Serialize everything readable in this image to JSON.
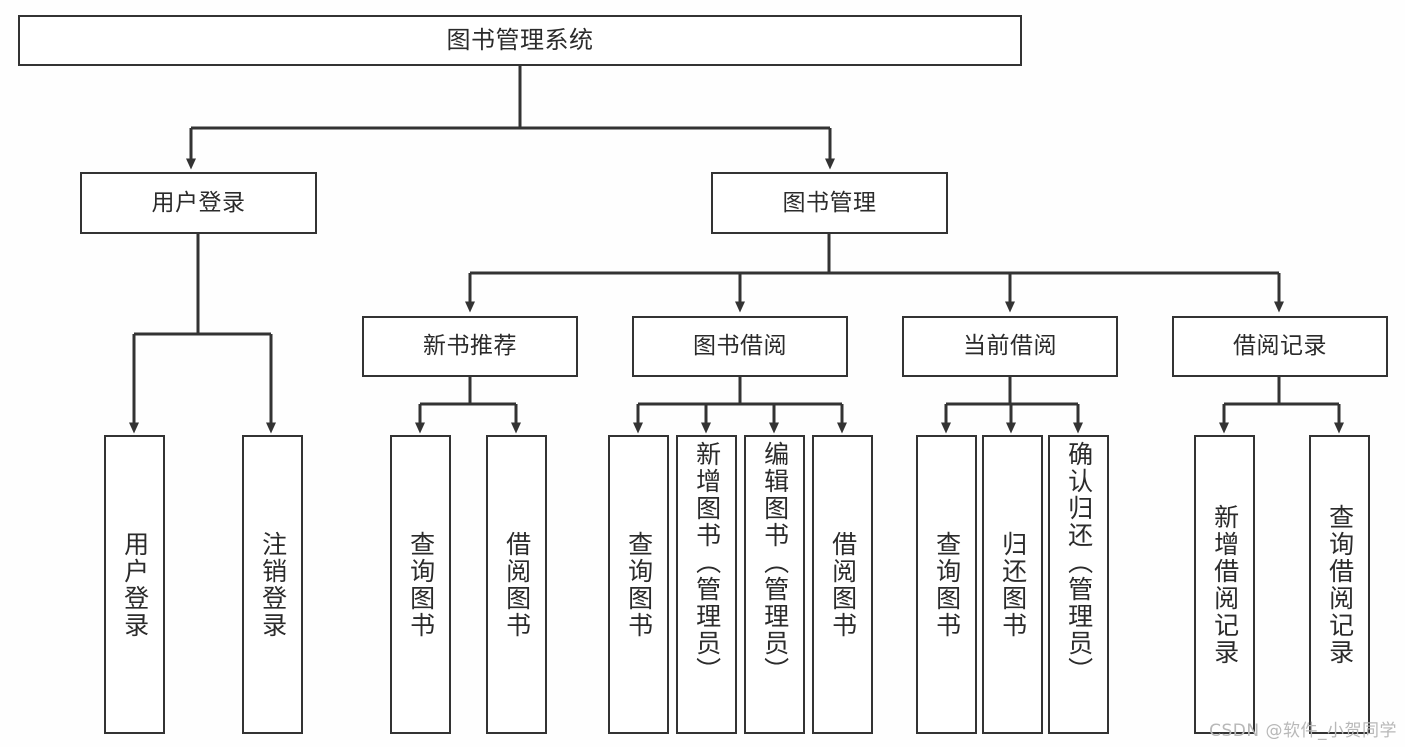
{
  "diagram": {
    "title": "图书管理系统",
    "type": "hierarchy-tree",
    "stroke_color": "#333333",
    "fill_color": "#ffffff",
    "background_color": "#fefefe",
    "watermark": "CSDN @软件_小贺同学"
  },
  "nodes": {
    "root": {
      "label": "图书管理系统"
    },
    "level2": [
      {
        "label": "用户登录"
      },
      {
        "label": "图书管理"
      }
    ],
    "level3": [
      {
        "label": "新书推荐"
      },
      {
        "label": "图书借阅"
      },
      {
        "label": "当前借阅"
      },
      {
        "label": "借阅记录"
      }
    ],
    "leaves_user_login": [
      {
        "label": "用户登录"
      },
      {
        "label": "注销登录"
      }
    ],
    "leaves_new_book": [
      {
        "label": "查询图书"
      },
      {
        "label": "借阅图书"
      }
    ],
    "leaves_borrow": [
      {
        "label": "查询图书"
      },
      {
        "label": "新增图书（管理员）"
      },
      {
        "label": "编辑图书（管理员）"
      },
      {
        "label": "借阅图书"
      }
    ],
    "leaves_current": [
      {
        "label": "查询图书"
      },
      {
        "label": "归还图书"
      },
      {
        "label": "确认归还（管理员）"
      }
    ],
    "leaves_record": [
      {
        "label": "新增借阅记录"
      },
      {
        "label": "查询借阅记录"
      }
    ]
  }
}
